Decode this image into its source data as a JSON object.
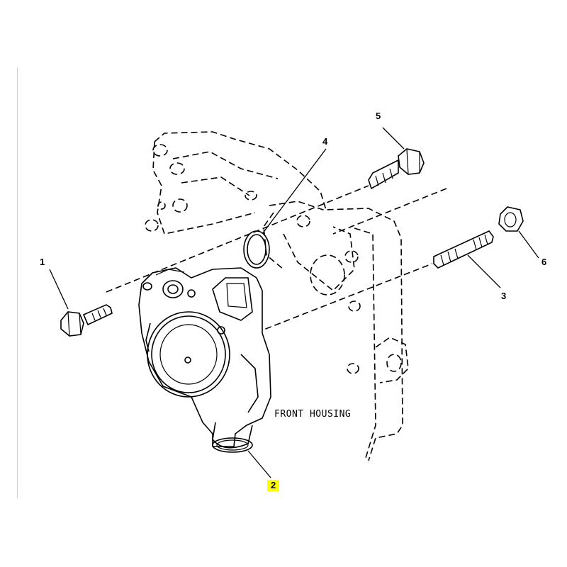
{
  "diagram": {
    "parts": [
      {
        "id": "1",
        "label": "1"
      },
      {
        "id": "2",
        "label": "2"
      },
      {
        "id": "3",
        "label": "3"
      },
      {
        "id": "4",
        "label": "4"
      },
      {
        "id": "5",
        "label": "5"
      },
      {
        "id": "6",
        "label": "6"
      }
    ],
    "front_housing_label": "FRONT HOUSING",
    "highlighted_part": "2",
    "highlight_color": "#ffff00"
  }
}
